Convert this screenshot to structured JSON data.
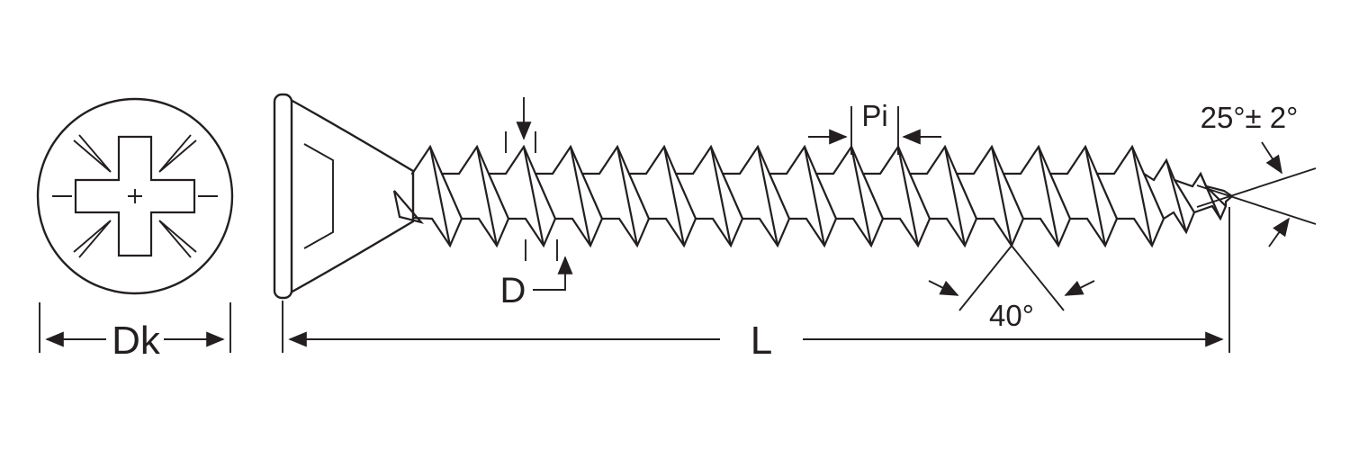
{
  "diagram": {
    "background": "#ffffff",
    "line_color": "#231f20",
    "labels": {
      "head_diameter": "Dk",
      "length": "L",
      "thread_diameter": "D",
      "pitch": "Pi",
      "thread_angle": "40°",
      "point_angle": "25°± 2°"
    }
  }
}
